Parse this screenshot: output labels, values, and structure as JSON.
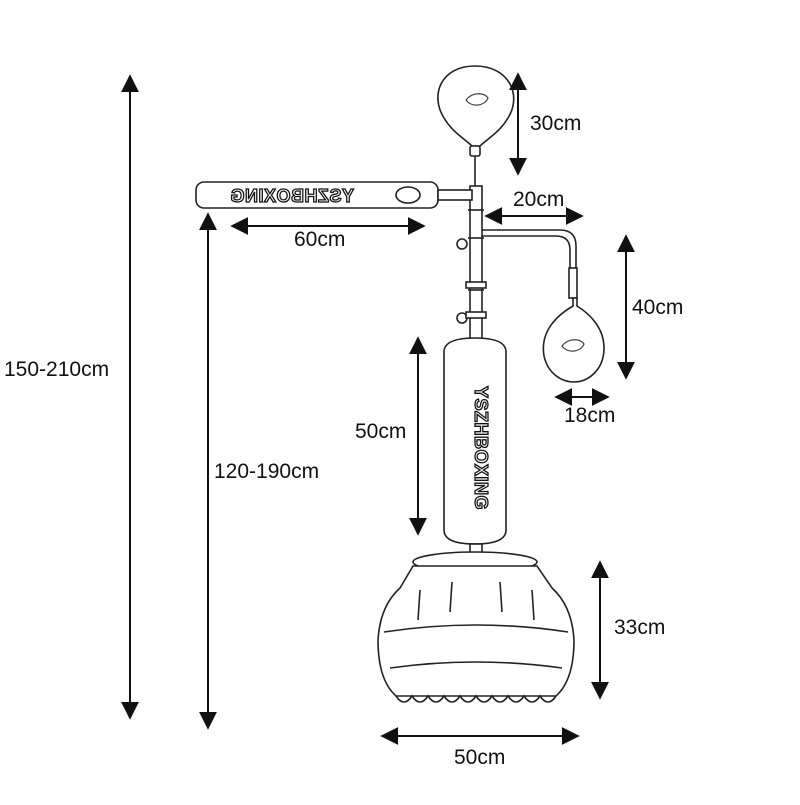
{
  "labels": {
    "total_height": "150-210cm",
    "arm_height": "120-190cm",
    "arm_length": "60cm",
    "top_ball_height": "30cm",
    "arm_offset": "20cm",
    "hanging_ball_height": "40cm",
    "hanging_ball_width": "18cm",
    "body_bag_height": "50cm",
    "base_height": "33cm",
    "base_width": "50cm"
  },
  "branding": {
    "arm_text": "YSZHBOXING",
    "bag_text": "YSZHBOXING"
  }
}
